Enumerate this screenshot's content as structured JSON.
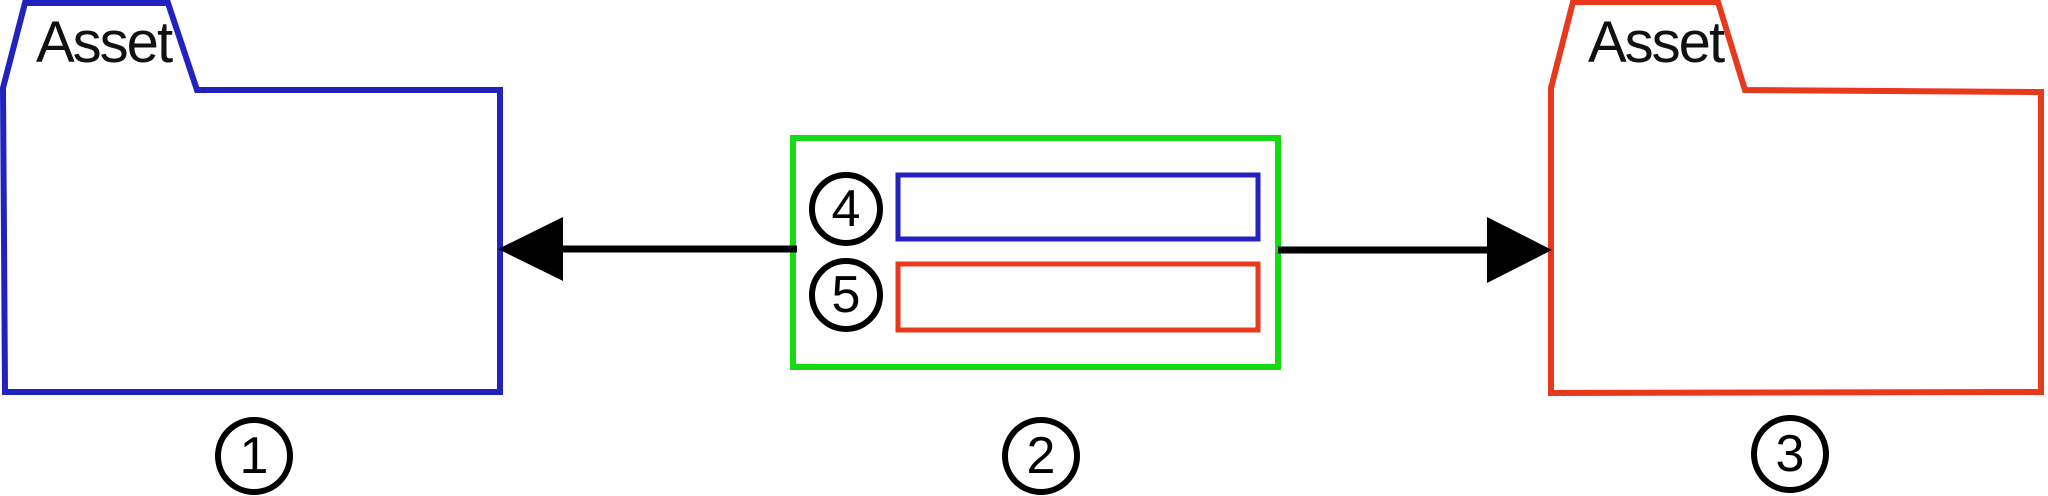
{
  "diagram": {
    "left_folder": {
      "label": "Asset",
      "badge": "1",
      "color": "#2222BE"
    },
    "right_folder": {
      "label": "Asset",
      "badge": "3",
      "color": "#E8391D"
    },
    "mapping_box": {
      "badge": "2",
      "color": "#15DB15",
      "rows": [
        {
          "badge": "4",
          "color": "#2222BE"
        },
        {
          "badge": "5",
          "color": "#E8391D"
        }
      ]
    },
    "arrow_color": "#000000"
  }
}
